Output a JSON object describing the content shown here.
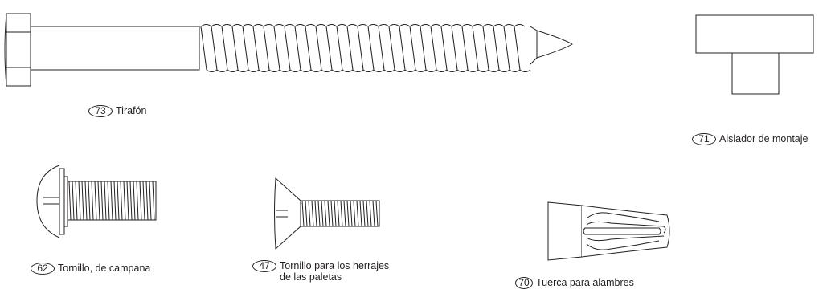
{
  "parts": {
    "lag_screw": {
      "number": "73",
      "label": "Tirafón"
    },
    "mounting_insulator": {
      "number": "71",
      "label": "Aislador de montaje"
    },
    "bell_screw": {
      "number": "62",
      "label": "Tornillo, de campana"
    },
    "blade_screw": {
      "number": "47",
      "label_line1": "Tornillo para los herrajes",
      "label_line2": "de las paletas"
    },
    "wire_nut": {
      "number": "70",
      "label": "Tuerca para alambres"
    }
  },
  "colors": {
    "line": "#231f20",
    "background": "#ffffff"
  }
}
